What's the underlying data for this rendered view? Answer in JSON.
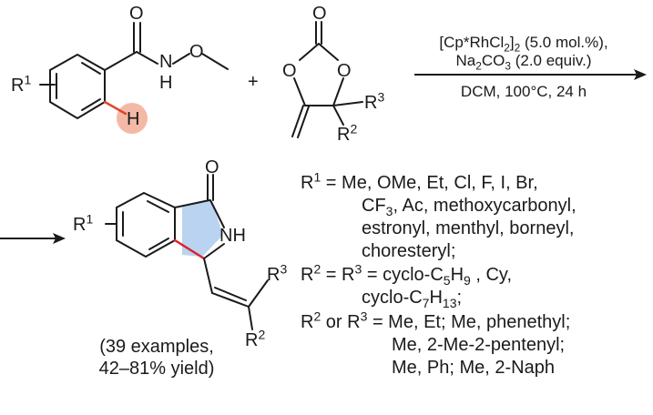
{
  "reactant1": {
    "substituent": "R",
    "substituent_index": "1",
    "amide_O": "O",
    "amide_N": "N",
    "amide_H": "H",
    "methoxy_O": "O",
    "ortho_H": "H"
  },
  "plus_sign": "+",
  "reactant2": {
    "carbonyl_O": "O",
    "ring_O_left": "O",
    "ring_O_right": "O",
    "substituent_3": "R",
    "substituent_3_index": "3",
    "substituent_2": "R",
    "substituent_2_index": "2"
  },
  "conditions": {
    "catalyst": "[Cp*RhCl2]2 (5.0 mol.%),",
    "base": "Na2CO3 (2.0 equiv.)",
    "solvent_temp_time": "DCM, 100°C, 24 h"
  },
  "product": {
    "substituent": "R",
    "substituent_index": "1",
    "carbonyl_O": "O",
    "NH": "NH",
    "substituent_3": "R",
    "substituent_3_index": "3",
    "substituent_2": "R",
    "substituent_2_index": "2"
  },
  "yield_note": {
    "line1": "(39 examples,",
    "line2": "42–81% yield)"
  },
  "substituents": {
    "r1_lines": [
      "R1 = Me, OMe, Et, Cl, F, I, Br,",
      "CF3, Ac, methoxycarbonyl,",
      "estronyl, menthyl, borneyl,",
      "choresteryl;"
    ],
    "r2r3_lines": [
      "R2 = R3 = cyclo-C5H9 , Cy,",
      "cyclo-C7H13;"
    ],
    "r2_or_r3_lines": [
      "R2 or R3 = Me, Et; Me, phenethyl;",
      "Me, 2-Me-2-pentenyl;",
      "Me, Ph; Me, 2-Naph"
    ]
  },
  "colors": {
    "bond": "#1a1a1a",
    "ch_highlight": "#f4b9a6",
    "ch_bond": "#e0442a",
    "ring_fill": "#b9d3f0",
    "new_bond": "#e0202a"
  }
}
